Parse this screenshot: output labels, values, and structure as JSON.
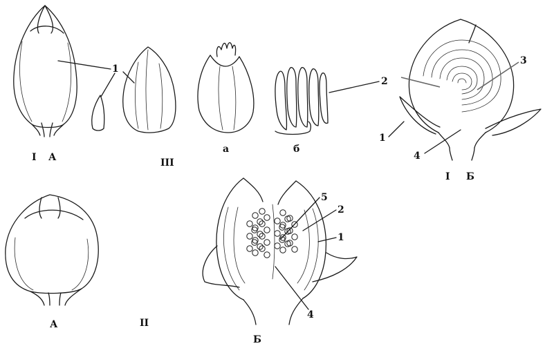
{
  "labels": {
    "num_1": "1",
    "num_2": "2",
    "num_3": "3",
    "num_4": "4",
    "num_5": "5",
    "roman_1": "I",
    "roman_2": "II",
    "roman_3": "III",
    "letter_A": "А",
    "letter_B": "Б",
    "letter_a": "а",
    "letter_b": "б"
  },
  "colors": {
    "ink": "#1a1a1a",
    "pointer_grey": "#666666",
    "background": "#ffffff"
  }
}
